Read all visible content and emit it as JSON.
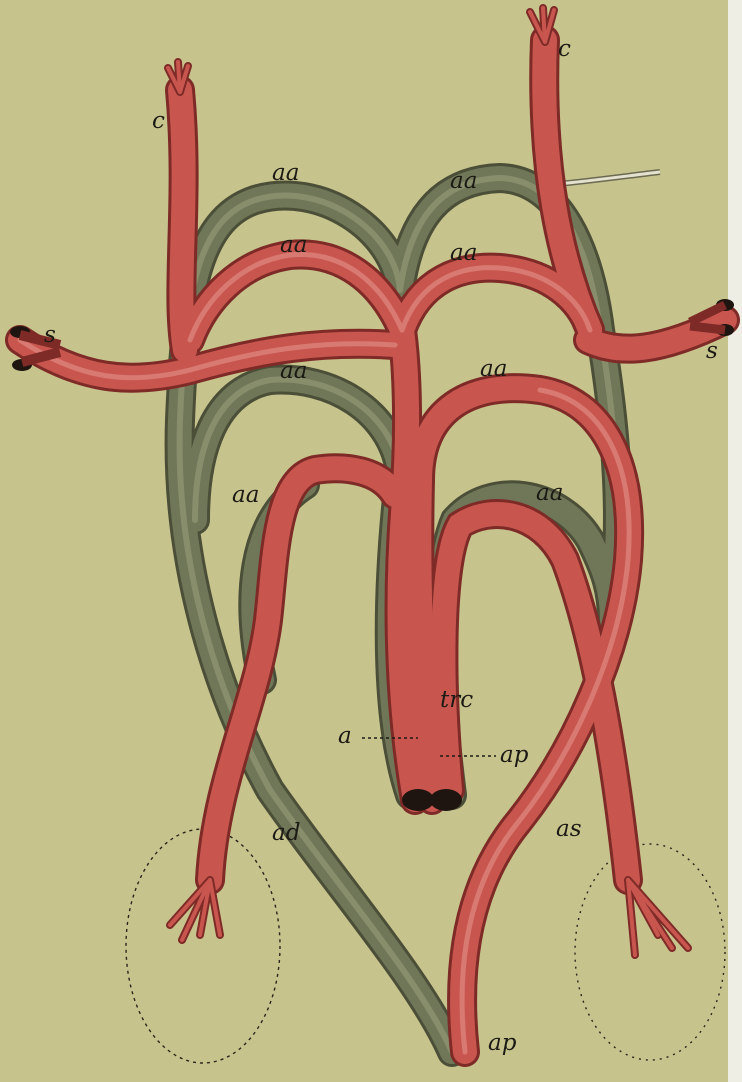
{
  "figure": {
    "colors": {
      "paper": "#c7c38d",
      "artery_red": "#c8564f",
      "vessel_green": "#6f7556",
      "ink": "#1c1a14"
    },
    "labels": {
      "c_left": "c",
      "c_right": "c",
      "aa_1_left": "aa",
      "aa_1_right": "aa",
      "aa_2_left": "aa",
      "aa_2_right": "aa",
      "aa_3_left": "aa",
      "aa_3_right": "aa",
      "aa_4_left": "aa",
      "aa_4_right": "aa",
      "s_left": "s",
      "s_right": "s",
      "trc": "trc",
      "a": "a",
      "ap_center": "ap",
      "ad": "ad",
      "as": "as",
      "ap_bottom": "ap"
    }
  }
}
